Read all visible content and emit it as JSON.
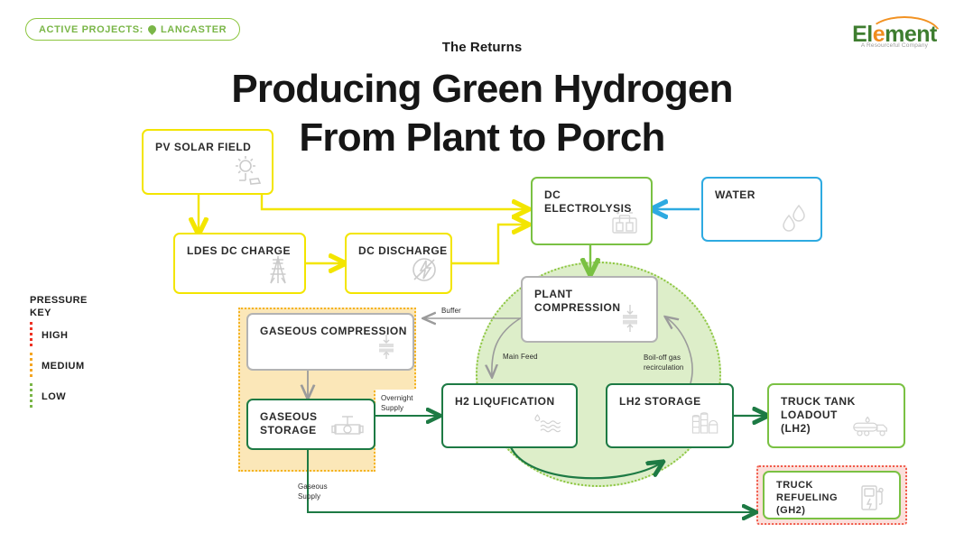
{
  "header": {
    "badge_text": "ACTIVE PROJECTS:",
    "badge_project": "LANCASTER",
    "badge_icon": "map-pin-icon",
    "supertitle": "The Returns",
    "title_line1": "Producing Green Hydrogen",
    "title_line2": "From Plant to Porch"
  },
  "logo": {
    "word_part1": "El",
    "word_part2": "e",
    "word_part3": "ment",
    "tagline": "A Resourceful Company",
    "green": "#3e7d2f",
    "orange": "#f08c1e"
  },
  "legend": {
    "title_line1": "PRESSURE",
    "title_line2": "KEY",
    "items": [
      {
        "label": "HIGH",
        "color": "#ee3124"
      },
      {
        "label": "MEDIUM",
        "color": "#f5a623"
      },
      {
        "label": "LOW",
        "color": "#7ab648"
      }
    ]
  },
  "nodes": [
    {
      "id": "pv-solar-field",
      "label": "PV SOLAR FIELD",
      "icon": "sun-solar-panel-icon",
      "border": "#f3e500"
    },
    {
      "id": "ldes-dc-charge",
      "label": "LDES DC CHARGE",
      "icon": "power-pylon-icon",
      "border": "#f3e500"
    },
    {
      "id": "dc-discharge",
      "label": "DC DISCHARGE",
      "icon": "lightning-circle-icon",
      "border": "#f3e500"
    },
    {
      "id": "dc-electrolysis",
      "label": "DC ELECTROLYSIS",
      "icon": "electrolyzer-icon",
      "border": "#7ac143"
    },
    {
      "id": "water",
      "label": "WATER",
      "icon": "water-droplets-icon",
      "border": "#2eaae1"
    },
    {
      "id": "plant-compression",
      "label": "PLANT COMPRESSION",
      "icon": "compressor-icon",
      "border": "#b3b3b3"
    },
    {
      "id": "gaseous-compression",
      "label": "GASEOUS COMPRESSION",
      "icon": "compressor-icon",
      "border": "#b3b3b3"
    },
    {
      "id": "gaseous-storage",
      "label": "GASEOUS STORAGE",
      "icon": "valve-icon",
      "border": "#1d7a44"
    },
    {
      "id": "h2-liquefaction",
      "label": "H2 LIQUFICATION",
      "icon": "liquid-waves-icon",
      "border": "#1d7a44"
    },
    {
      "id": "lh2-storage",
      "label": "LH2 STORAGE",
      "icon": "storage-tanks-icon",
      "border": "#1d7a44"
    },
    {
      "id": "truck-tank-loadout",
      "label": "TRUCK TANK\nLOADOUT\n(LH2)",
      "icon": "tanker-truck-icon",
      "border": "#7ac143"
    },
    {
      "id": "truck-refueling",
      "label": "TRUCK\nREFUELING\n(GH2)",
      "icon": "fuel-dispenser-icon",
      "border": "#7ac143"
    }
  ],
  "connector_labels": {
    "buffer": "Buffer",
    "main_feed": "Main Feed",
    "boil_off": "Boil-off gas\nrecirculation",
    "overnight_supply": "Overnight\nSupply",
    "gaseous_supply": "Gaseous\nSupply"
  },
  "colors": {
    "yellow": "#f3e500",
    "light_green": "#7ac143",
    "dark_green": "#1d7a44",
    "blue": "#2eaae1",
    "grey": "#9b9b9b",
    "zone_green_fill": "#ddeec9",
    "zone_orange_fill": "#fbe7b8",
    "zone_red_fill": "#fbdfdb"
  }
}
